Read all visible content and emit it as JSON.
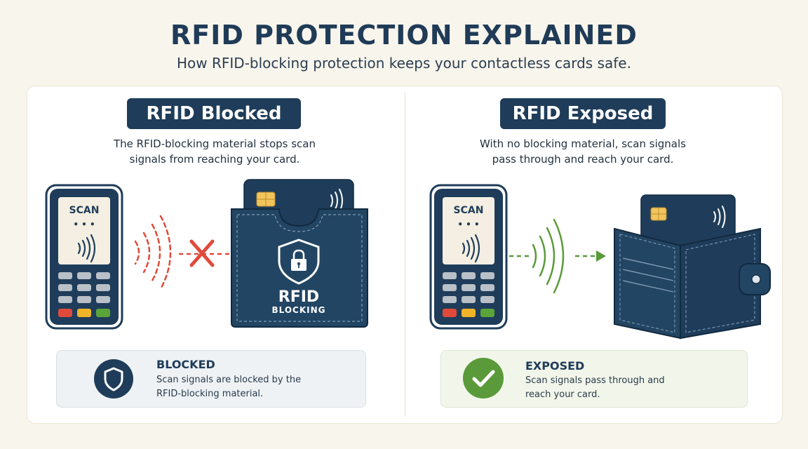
{
  "title": "RFID PROTECTION EXPLAINED",
  "subtitle": "How RFID-blocking protection keeps your contactless cards safe.",
  "colors": {
    "navy": "#1f3d5a",
    "blocked_red": "#e04a3a",
    "exposed_green": "#5a9a3a",
    "background": "#f8f5ec"
  },
  "left_panel": {
    "header": "RFID Blocked",
    "description_lines": [
      "The RFID-blocking material stops scan",
      "signals from reaching your card."
    ],
    "terminal": {
      "screen_label": "SCAN",
      "dots": "• • •"
    },
    "sleeve": {
      "label_main": "RFID",
      "label_sub": "BLOCKING"
    },
    "status": {
      "icon": "shield-icon",
      "title": "BLOCKED",
      "text_lines": [
        "Scan signals are blocked by the",
        "RFID-blocking material."
      ]
    }
  },
  "right_panel": {
    "header": "RFID Exposed",
    "description_lines": [
      "With no blocking material, scan signals",
      "pass through and reach your card."
    ],
    "terminal": {
      "screen_label": "SCAN",
      "dots": "• • •"
    },
    "status": {
      "icon": "checkmark-icon",
      "title": "EXPOSED",
      "text_lines": [
        "Scan signals pass through and",
        "reach your card."
      ]
    }
  }
}
